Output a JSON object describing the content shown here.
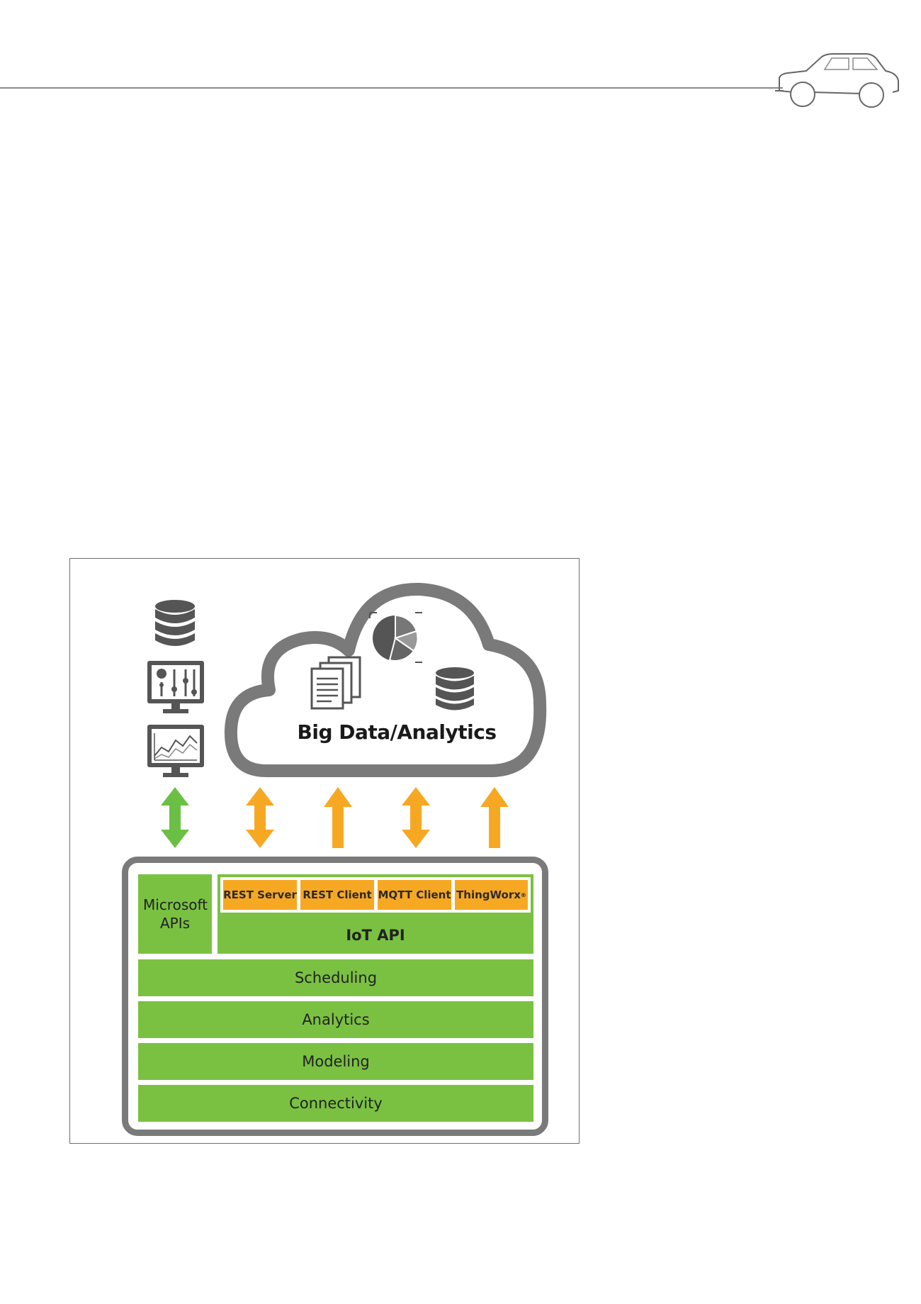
{
  "cloud": {
    "title": "Big Data/Analytics"
  },
  "stack": {
    "microsoft_label": "Microsoft APIs",
    "protocols": [
      "REST Server",
      "REST Client",
      "MQTT Client",
      "ThingWorx"
    ],
    "protocol_note": "®",
    "iot_label": "IoT API",
    "layers": [
      "Scheduling",
      "Analytics",
      "Modeling",
      "Connectivity"
    ]
  },
  "colors": {
    "green": "#7ac142",
    "orange": "#f7a823",
    "gray": "#7a7a7a"
  },
  "icons": [
    "car-icon",
    "database-icon",
    "control-panel-icon",
    "monitor-chart-icon",
    "documents-icon",
    "pie-chart-icon",
    "cloud-icon"
  ]
}
